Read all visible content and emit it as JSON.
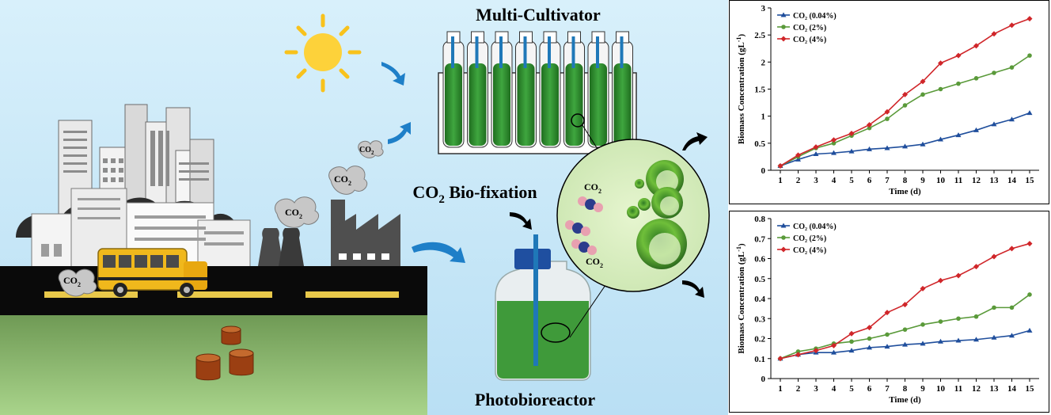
{
  "labels": {
    "multi_cultivator": "Multi-Cultivator",
    "bio_fixation_prefix": "CO",
    "bio_fixation_sub": "2",
    "bio_fixation_suffix": " Bio-fixation",
    "photobioreactor": "Photobioreactor",
    "co2_base": "CO",
    "co2_sub": "2"
  },
  "colors": {
    "sky": "#c9e8f8",
    "ground": "#8fc06b",
    "road": "#0a0a0a",
    "culture": "#2e8b2e",
    "series_low": "#1f4e9c",
    "series_mid": "#5a9a3a",
    "series_high": "#d0262a"
  },
  "chart_data": [
    {
      "type": "line",
      "x": [
        1,
        2,
        3,
        4,
        5,
        6,
        7,
        8,
        9,
        10,
        11,
        12,
        13,
        14,
        15
      ],
      "xlabel": "Time (d)",
      "ylabel": "Biomass Concentration (gL",
      "ylabel_sup": "-1",
      "ylabel_end": ")",
      "ylim": [
        0,
        3
      ],
      "yticks": [
        "0",
        "0.5",
        "1",
        "1.5",
        "2",
        "2.5",
        "3"
      ],
      "ytick_values": [
        0,
        0.5,
        1,
        1.5,
        2,
        2.5,
        3
      ],
      "legend_position": "top-left",
      "series": [
        {
          "name": "CO₂ (0.04%)",
          "marker": "triangle",
          "values": [
            0.08,
            0.2,
            0.3,
            0.32,
            0.35,
            0.39,
            0.41,
            0.44,
            0.48,
            0.57,
            0.65,
            0.74,
            0.85,
            0.94,
            1.06
          ]
        },
        {
          "name": "CO₂ (2%)",
          "marker": "circle",
          "values": [
            0.08,
            0.25,
            0.41,
            0.5,
            0.64,
            0.78,
            0.95,
            1.2,
            1.4,
            1.5,
            1.6,
            1.7,
            1.8,
            1.9,
            2.12
          ]
        },
        {
          "name": "CO₂ (4%)",
          "marker": "diamond",
          "values": [
            0.08,
            0.28,
            0.43,
            0.56,
            0.68,
            0.84,
            1.08,
            1.4,
            1.64,
            1.98,
            2.12,
            2.3,
            2.52,
            2.68,
            2.8
          ]
        }
      ]
    },
    {
      "type": "line",
      "x": [
        1,
        2,
        3,
        4,
        5,
        6,
        7,
        8,
        9,
        10,
        11,
        12,
        13,
        14,
        15
      ],
      "xlabel": "Time (d)",
      "ylabel": "Biomass Concentration (gL",
      "ylabel_sup": "-1",
      "ylabel_end": ")",
      "ylim": [
        0,
        0.8
      ],
      "yticks": [
        "0",
        "0.1",
        "0.2",
        "0.3",
        "0.4",
        "0.5",
        "0.6",
        "0.7",
        "0.8"
      ],
      "ytick_values": [
        0,
        0.1,
        0.2,
        0.3,
        0.4,
        0.5,
        0.6,
        0.7,
        0.8
      ],
      "legend_position": "top-left",
      "series": [
        {
          "name": "CO₂ (0.04%)",
          "marker": "triangle",
          "values": [
            0.1,
            0.12,
            0.13,
            0.13,
            0.14,
            0.155,
            0.16,
            0.17,
            0.175,
            0.185,
            0.19,
            0.195,
            0.205,
            0.215,
            0.24
          ]
        },
        {
          "name": "CO₂ (2%)",
          "marker": "circle",
          "values": [
            0.1,
            0.135,
            0.15,
            0.175,
            0.185,
            0.2,
            0.22,
            0.245,
            0.27,
            0.285,
            0.3,
            0.31,
            0.355,
            0.355,
            0.42
          ]
        },
        {
          "name": "CO₂ (4%)",
          "marker": "diamond",
          "values": [
            0.1,
            0.12,
            0.14,
            0.165,
            0.225,
            0.255,
            0.33,
            0.37,
            0.45,
            0.49,
            0.515,
            0.56,
            0.61,
            0.65,
            0.675
          ]
        }
      ]
    }
  ]
}
